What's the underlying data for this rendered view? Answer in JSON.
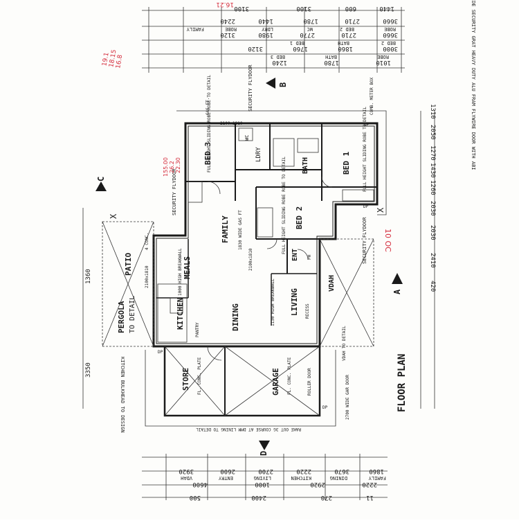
{
  "sheet_title": "FLOOR PLAN",
  "rooms": {
    "bed3": "BED 3",
    "bed2": "BED 2",
    "bed1": "BED 1",
    "bath": "BATH",
    "ldry": "LDRY",
    "wc": "WC",
    "ent": "ENT",
    "family": "FAMILY",
    "meals": "MEALS",
    "kitchen": "KITCHEN",
    "dining": "DINING",
    "living": "LIVING",
    "store": "STORE",
    "garage": "GARAGE",
    "verandah": "VDAH",
    "patio": "PATIO",
    "pergola": "PERGOLA",
    "pergola_note": "TO DETAIL"
  },
  "section_markers": {
    "a": "A",
    "b": "B",
    "c": "C",
    "d": "D",
    "x": "X"
  },
  "notes": {
    "security_1": "SECURITY FLYDOOR",
    "security_2": "SECURITY FLYDOOR",
    "security_3": "SECURITY FLYDOOR",
    "bed3_note": "FULL HEIGHT SLIDING ROBE ROBE TO DETAIL",
    "bed1_note": "FULL HEIGHT SLIDING ROBE TO DETAIL",
    "bed2_note": "FULL HEIGHT SLIDING ROBE ROBE TO DETAIL",
    "family_note": "1830 WIDE GAS FT",
    "meals_note": "1000 HIGH BREAKWALL",
    "living_note": "1130 HIGH BREAKWALL",
    "living_note2": "RECESS",
    "store_note": "FL. CONC. PLATE",
    "garage_note": "FL. CONC. PLATE",
    "garage_door": "ROLLER DOOR",
    "kitchen_note": "KITCHEN BULKHEAD TO DESIGN",
    "pantry": "PANTRY",
    "gas_ft": "GAS FT.",
    "comb_meter": "COMB. METER BOX",
    "dp1": "DP",
    "dp2": "DP",
    "dp3": "DP",
    "dp4": "DP",
    "verandah_note": "VDAH TO DETAIL",
    "garage_dim_note": "2700 WIDE GAR DOOR",
    "eaves_note": "RAKE OUT 3G COURSE AT DMM LINING TO DETAIL",
    "patio_note": "4 CONC.",
    "top_right_note": "PROVIDE SECURITY GRAT HEAVY DUTY ALU FRAM FLYWIRE DOOR WITH ABI",
    "ent_note": "PH",
    "window_bed3": "2100x1810",
    "window_meals": "2100x1810",
    "window_bed2": "2100x1810"
  },
  "dims": {
    "top_row1": [
      "1440",
      "600",
      "3100",
      "3100"
    ],
    "top_row2": [
      "3660",
      "2710",
      "1780",
      "1440",
      "2240"
    ],
    "top_row3": [
      "3660",
      "2710",
      "2770",
      "1980",
      "3120"
    ],
    "top_row3_labels": [
      "ROBE",
      "BED 2",
      "WC",
      "LDRY",
      "ROBE",
      "FAMILY"
    ],
    "top_row4": [
      "3000",
      "1860",
      "1760",
      "3120"
    ],
    "top_row4_labels": [
      "BED 2",
      "BATH",
      "BED 1"
    ],
    "top_row5": [
      "1010",
      "1780",
      "1240"
    ],
    "top_row5_labels": [
      "ROBE",
      "BATH",
      "BED 3"
    ],
    "right_col": [
      "1310",
      "2050",
      "1270",
      "1430",
      "1260",
      "2030",
      "2030",
      "2410",
      "420"
    ],
    "left_col": [
      "1360",
      "3350"
    ],
    "bottom_row1": [
      "1860",
      "3670",
      "2220",
      "2700",
      "2600",
      "3920"
    ],
    "bottom_row1_labels": [
      "FAMILY",
      "DINING",
      "KITCHEN",
      "LIVING",
      "ENTRY",
      "VDAH"
    ],
    "bottom_row2": [
      "2220",
      "2920",
      "1000",
      "4600"
    ],
    "bottom_row3": [
      "11",
      "270",
      "2400",
      "500"
    ]
  },
  "handwritten": {
    "red_top": "16.21",
    "red_left_1": "19.1",
    "red_left_2": "18.15",
    "red_left_3": "16.8",
    "red_right": "10 OC",
    "red_bed3_1": "155.00",
    "red_bed3_2": "26.2",
    "red_bed3_3": "22.30"
  }
}
